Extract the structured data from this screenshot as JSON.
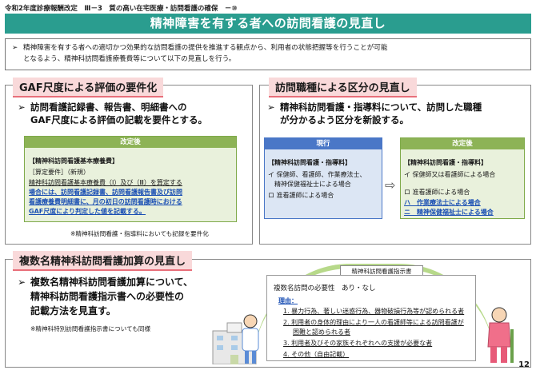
{
  "header": {
    "breadcrumb": "令和2年度診療報酬改定　Ⅲ－3　質の高い在宅医療・訪問看護の確保　－⑩"
  },
  "title": "精神障害を有する者への訪問看護の見直し",
  "intro": {
    "chev": "➢",
    "line1": "精神障害を有する者への適切かつ効果的な訪問看護の提供を推進する観点から、利用者の状態把握等を行うことが可能",
    "line2": "となるよう、精神科訪問看護療養費等について以下の見直しを行う。"
  },
  "gaf": {
    "title": "GAF尺度による評価の要件化",
    "bullet_chev": "➢",
    "bullet1": "訪問看護記録書、報告書、明細書への",
    "bullet2": "GAF尺度による評価の記載を要件とする。",
    "after_label": "改定後",
    "item_title": "【精神科訪問看護基本療養費】",
    "req": "［算定要件］（新規）",
    "t1": "精神科訪問看護基本療養費（Ⅰ）及び（Ⅲ）を算定する",
    "t2": "場合には、訪問看護記録書、訪問看護報告書及び訪問",
    "t3": "看護療養費明細書に、月の初日の訪問看護時における",
    "t4": "GAF尺度により判定した値を記載する。",
    "note": "※精神科訪問看護・指導料においても記録を要件化"
  },
  "occupation": {
    "title": "訪問職種による区分の見直し",
    "bullet_chev": "➢",
    "bullet1": "精神科訪問看護・指導料について、訪問した職種",
    "bullet2": "が分かるよう区分を新設する。",
    "now_label": "現行",
    "after_label": "改定後",
    "now_item": "【精神科訪問看護・指導料】",
    "now_i1": "イ 保健師、看護師、作業療法士、",
    "now_i2": "　精神保健福祉士による場合",
    "now_i3": "ロ 准看護師による場合",
    "arrow": "⇨",
    "after_item": "【精神科訪問看護・指導料】",
    "a_i1": "イ 保健師又は看護師による場合",
    "a_i2": "ロ 准看護師による場合",
    "a_i3": "ハ　作業療法士による場合",
    "a_i4": "ニ　精神保健福祉士による場合"
  },
  "multi": {
    "title": "複数名精神科訪問看護加算の見直し",
    "bullet_chev": "➢",
    "bullet1": "複数名精神科訪問看護加算について、",
    "bullet2": "精神科訪問看護指示書への必要性の",
    "bullet3": "記載方法を見直す。",
    "note": "※精神科特別訪問看護指示書についても同様",
    "sheet_tab": "精神科訪問看護指示書",
    "need": "複数名訪問の必要性　あり・なし",
    "reason": "理由：",
    "r1": "1. 暴力行為、著しい迷惑行為、器物破損行為等が認められる者",
    "r2": "2. 利用者の身体的理由により一人の看護師等による訪問看護が",
    "r2b": "困難と認められる者",
    "r3": "3. 利用者及びその家族それぞれへの支援が必要な者",
    "r4": "4. その他（自由記載）"
  },
  "page_number": "12"
}
